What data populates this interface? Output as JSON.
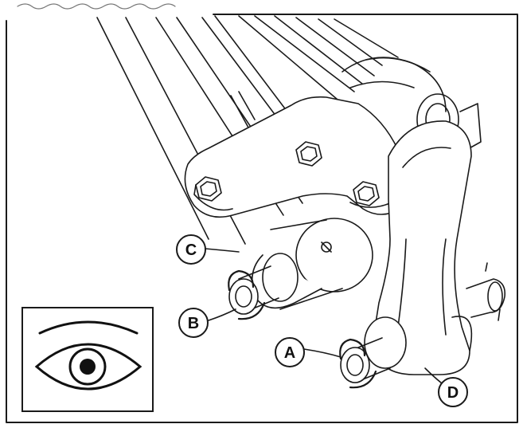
{
  "illustration": {
    "callouts": [
      {
        "id": "A",
        "label": "A"
      },
      {
        "id": "B",
        "label": "B"
      },
      {
        "id": "C",
        "label": "C"
      },
      {
        "id": "D",
        "label": "D"
      }
    ],
    "inset_icon": "eye-icon",
    "colors": {
      "line": "#1a1a1a",
      "background": "#ffffff",
      "shade": "#d9d9d9"
    }
  }
}
